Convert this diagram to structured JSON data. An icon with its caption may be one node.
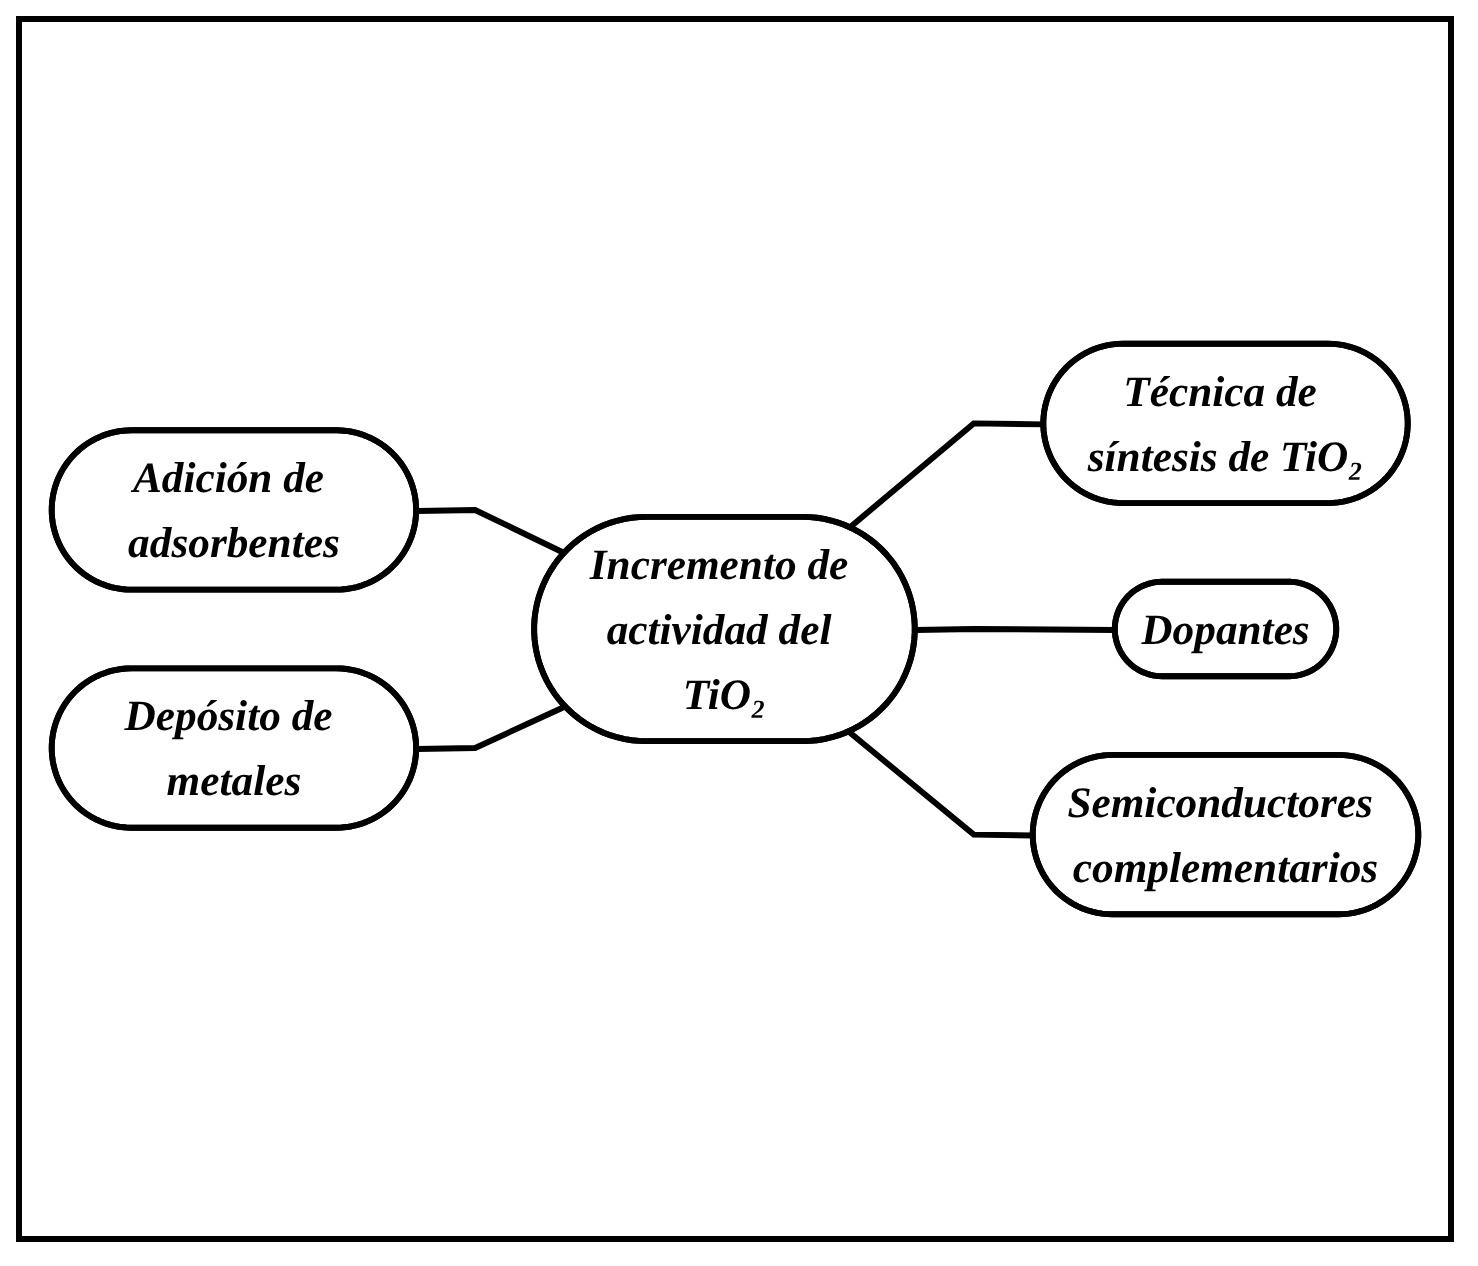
{
  "diagram": {
    "nodes": [
      {
        "text": [
          "Técnica de síntesis de TiO₂"
        ]
      },
      {
        "text": [
          "Adición de adsorbentes"
        ]
      },
      {
        "text": [
          "Incremento de actividad del TiO₂"
        ]
      },
      {
        "text": [
          "Dopantes"
        ]
      },
      {
        "text": [
          "Depósito de metales"
        ]
      },
      {
        "text": [
          "Semiconductores complementarios"
        ]
      }
    ],
    "edges": [
      {
        "from": 1,
        "to": 2,
        "arrow": "none"
      },
      {
        "from": 4,
        "to": 2,
        "arrow": "none"
      },
      {
        "from": 2,
        "to": 0,
        "arrow": "none"
      },
      {
        "from": 2,
        "to": 3,
        "arrow": "none"
      },
      {
        "from": 2,
        "to": 5,
        "arrow": "none"
      }
    ]
  }
}
